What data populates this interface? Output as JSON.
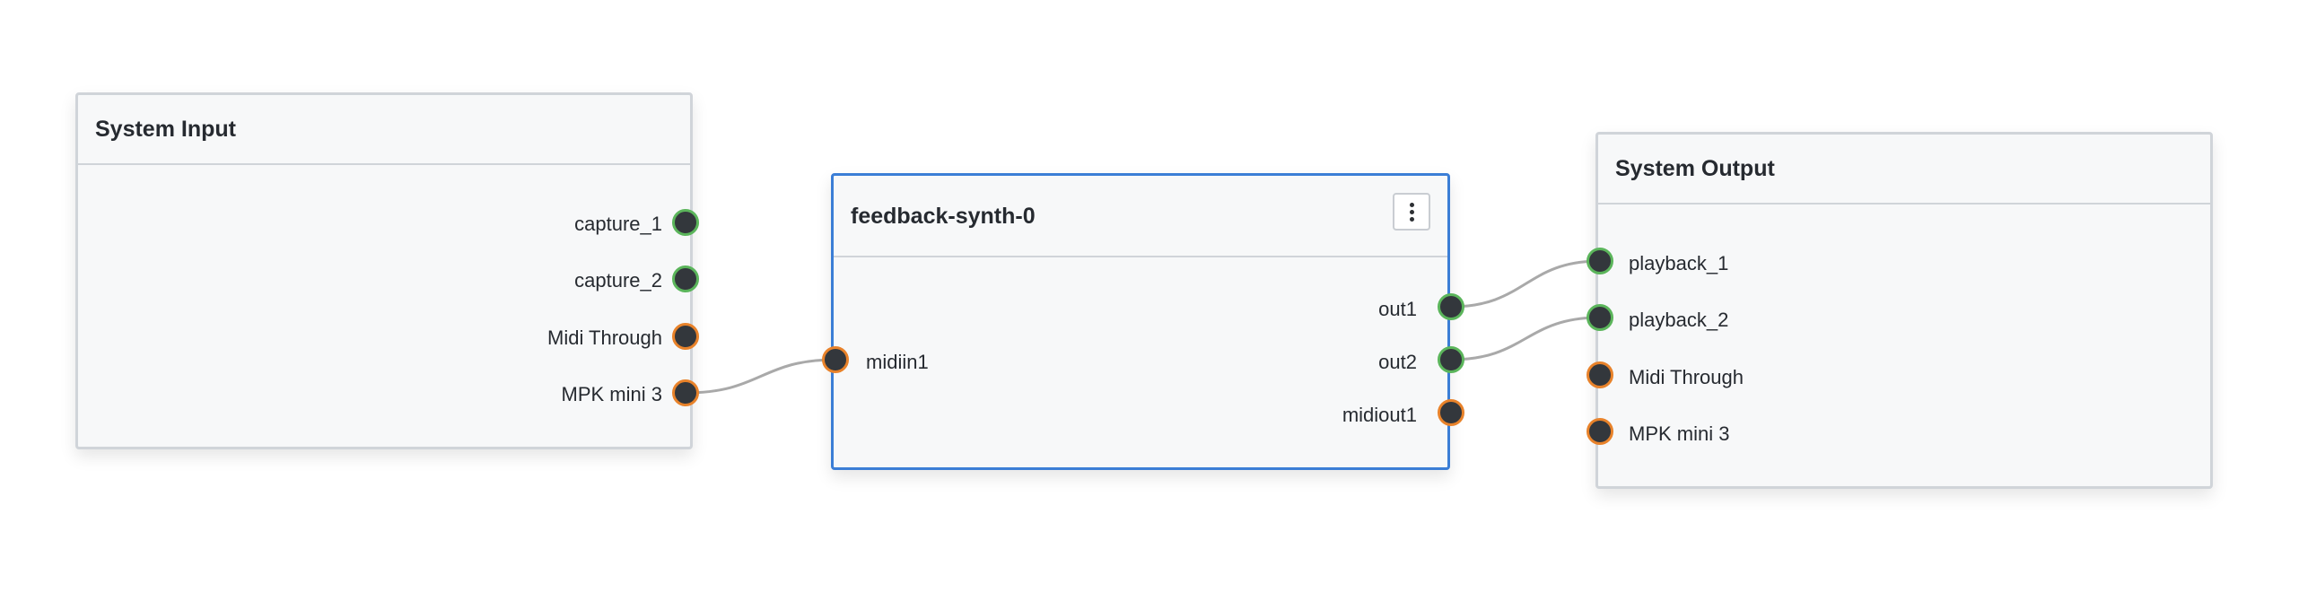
{
  "nodes": {
    "system_input": {
      "title": "System Input",
      "ports": [
        "capture_1",
        "capture_2",
        "Midi Through",
        "MPK mini 3"
      ]
    },
    "synth": {
      "title": "feedback-synth-0",
      "inputs": [
        "midiin1"
      ],
      "outputs": [
        "out1",
        "out2",
        "midiout1"
      ]
    },
    "system_output": {
      "title": "System Output",
      "ports": [
        "playback_1",
        "playback_2",
        "Midi Through",
        "MPK mini 3"
      ]
    }
  },
  "icons": {
    "node_menu": "kebab-menu-icon"
  },
  "colors": {
    "audio_port_ring": "#5bb55b",
    "midi_port_ring": "#e8822a",
    "port_fill": "#33373c",
    "selected_border": "#3b7ed6",
    "wire": "#a9a9a9"
  }
}
